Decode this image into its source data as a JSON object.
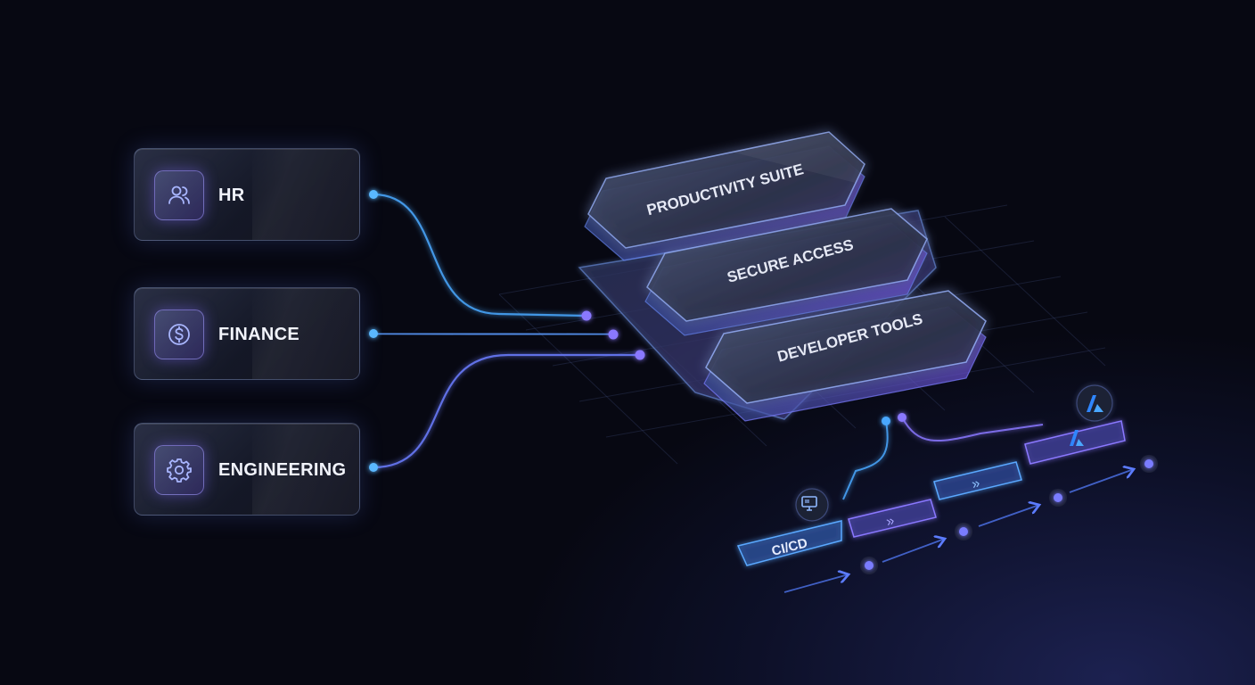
{
  "departments": [
    {
      "label": "HR",
      "icon": "users-icon"
    },
    {
      "label": "FINANCE",
      "icon": "dollar-circle-icon"
    },
    {
      "label": "ENGINEERING",
      "icon": "gear-icon"
    }
  ],
  "layers": [
    {
      "label": "PRODUCTIVITY SUITE"
    },
    {
      "label": "SECURE ACCESS"
    },
    {
      "label": "DEVELOPER TOOLS"
    }
  ],
  "pipeline": {
    "label": "CI/CD",
    "stage_icons": [
      "monitor-icon",
      "double-chevron-icon",
      "double-chevron-icon",
      "azure-logo-icon"
    ]
  },
  "colors": {
    "accent_blue": "#4aa8ff",
    "accent_purple": "#8a78ff",
    "background": "#06070d"
  }
}
